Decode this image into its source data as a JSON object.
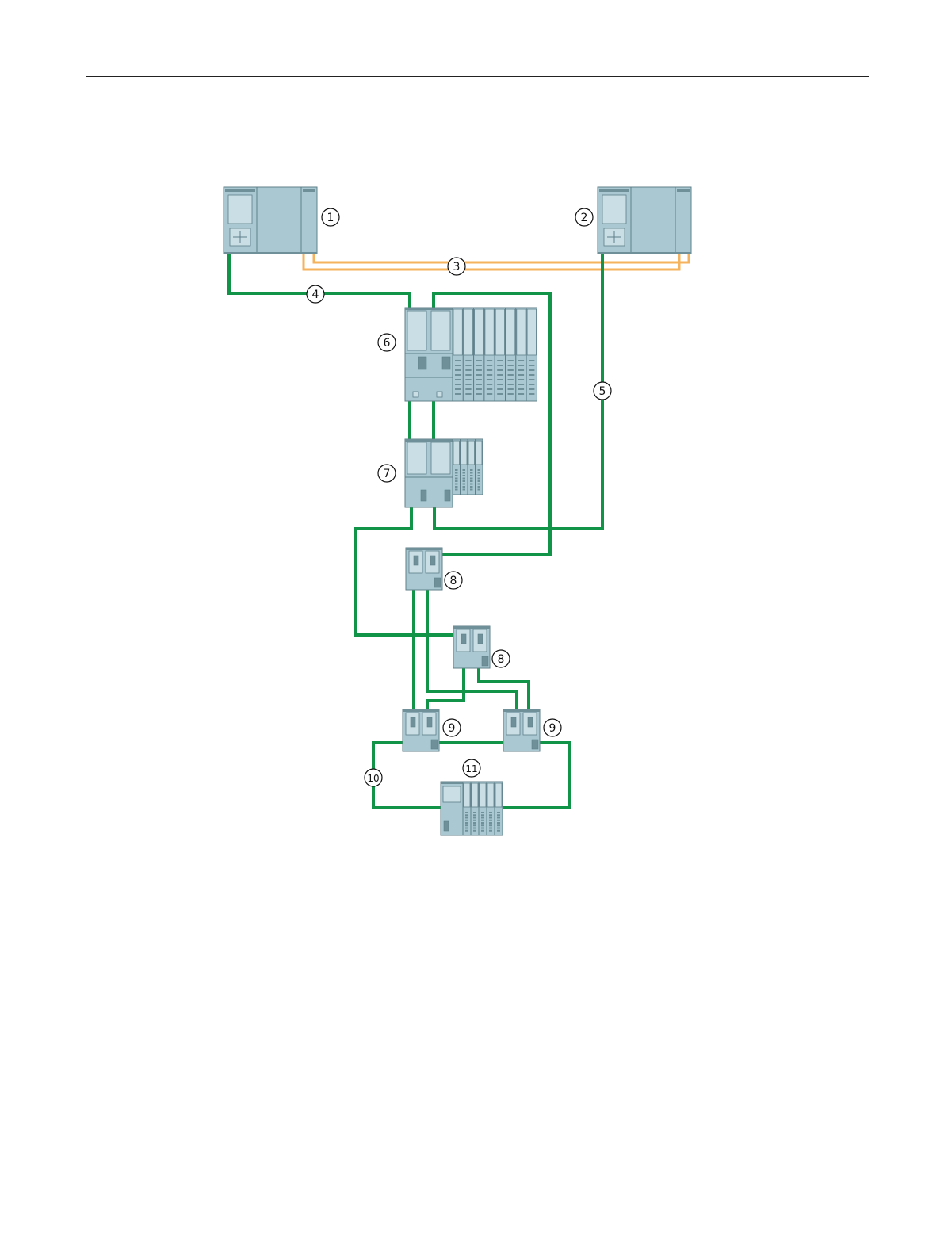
{
  "colors": {
    "ethernet": "#119447",
    "sync": "#f6b35e",
    "module_fill": "#a9c8d2",
    "module_light": "#c9dfe5",
    "module_dark": "#6f8f99",
    "module_stroke": "#5f7f8a"
  },
  "callouts": {
    "c1": "1",
    "c2": "2",
    "c3": "3",
    "c4": "4",
    "c5": "5",
    "c6": "6",
    "c7": "7",
    "c8a": "8",
    "c8b": "8",
    "c9a": "9",
    "c9b": "9",
    "c10": "10",
    "c11": "11"
  },
  "icons": {
    "cpu": "cpu-module-icon",
    "io_station": "io-station-icon",
    "switch": "switch-icon"
  }
}
